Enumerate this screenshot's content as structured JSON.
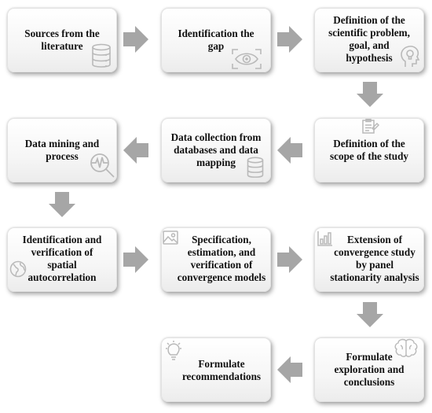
{
  "colors": {
    "arrow": "#a6a6a6",
    "icon": "#b9b9b9",
    "box_top": "#ffffff",
    "box_bottom": "#ececec",
    "text": "#111111"
  },
  "steps": [
    {
      "label": "Sources from the\nliterature",
      "icon": "database-icon"
    },
    {
      "label": "Identification the\ngap",
      "icon": "eye-scan-icon"
    },
    {
      "label": "Definition of the\nscientific problem,\ngoal, and\nhypothesis",
      "icon": "head-lightbulb-icon"
    },
    {
      "label": "Definition of the\nscope of the study",
      "icon": "clipboard-icon"
    },
    {
      "label": "Data collection from\ndatabases and data\nmapping",
      "icon": "database-icon"
    },
    {
      "label": "Data mining and\nprocess",
      "icon": "magnifier-chart-icon"
    },
    {
      "label": "Identification and\nverification of\nspatial\nautocorrelation",
      "icon": "globe-icon"
    },
    {
      "label": "Specification,\nestimation, and\nverification of\nconvergence models",
      "icon": "image-icon"
    },
    {
      "label": "Extension of\nconvergence study\nby panel\nstationarity analysis",
      "icon": "bar-chart-icon"
    },
    {
      "label": "Formulate\nexploration and\nconclusions",
      "icon": "brain-icon"
    },
    {
      "label": "Formulate\nrecommendations",
      "icon": "lightbulb-icon"
    }
  ]
}
